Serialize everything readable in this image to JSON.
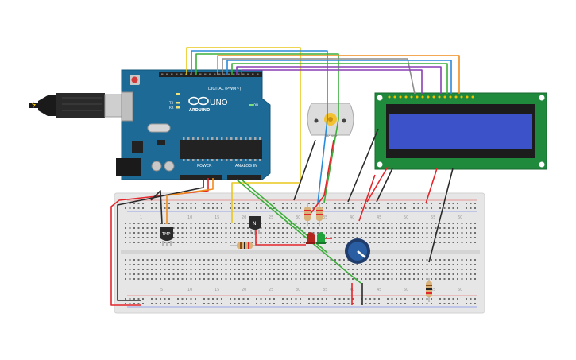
{
  "board": {
    "brand": "ARDUINO",
    "model": "UNO",
    "digital_label": "DIGITAL (PWM~)",
    "analog_label": "ANALOG IN",
    "power_label": "POWER",
    "tx_label": "TX",
    "rx_label": "RX",
    "l_label": "L",
    "on_label": "ON"
  },
  "components": {
    "temp_sensor_label": "TMP",
    "npn_label": "N",
    "motor_label": "Dc mot"
  },
  "breadboard": {
    "top_numbers": [
      "1",
      "10",
      "15",
      "20",
      "25",
      "30",
      "35",
      "40",
      "45",
      "50",
      "55",
      "60"
    ],
    "bottom_numbers": [
      "5",
      "10",
      "15",
      "20",
      "25",
      "30",
      "35",
      "40",
      "45",
      "50",
      "55",
      "60"
    ]
  },
  "colors": {
    "arduino_blue": "#1d6a96",
    "lcd_board": "#1f8a3c",
    "lcd_screen": "#3b52c9",
    "breadboard": "#e6e6e6",
    "wire_red": "#e3262b",
    "wire_black": "#2b2b2b",
    "wire_green": "#3cae3a",
    "wire_orange": "#f08c1c",
    "wire_yellow": "#e8c81b",
    "wire_blue": "#2a8bd9",
    "wire_purple": "#8a3fb5",
    "wire_gray": "#8c8c8c"
  }
}
